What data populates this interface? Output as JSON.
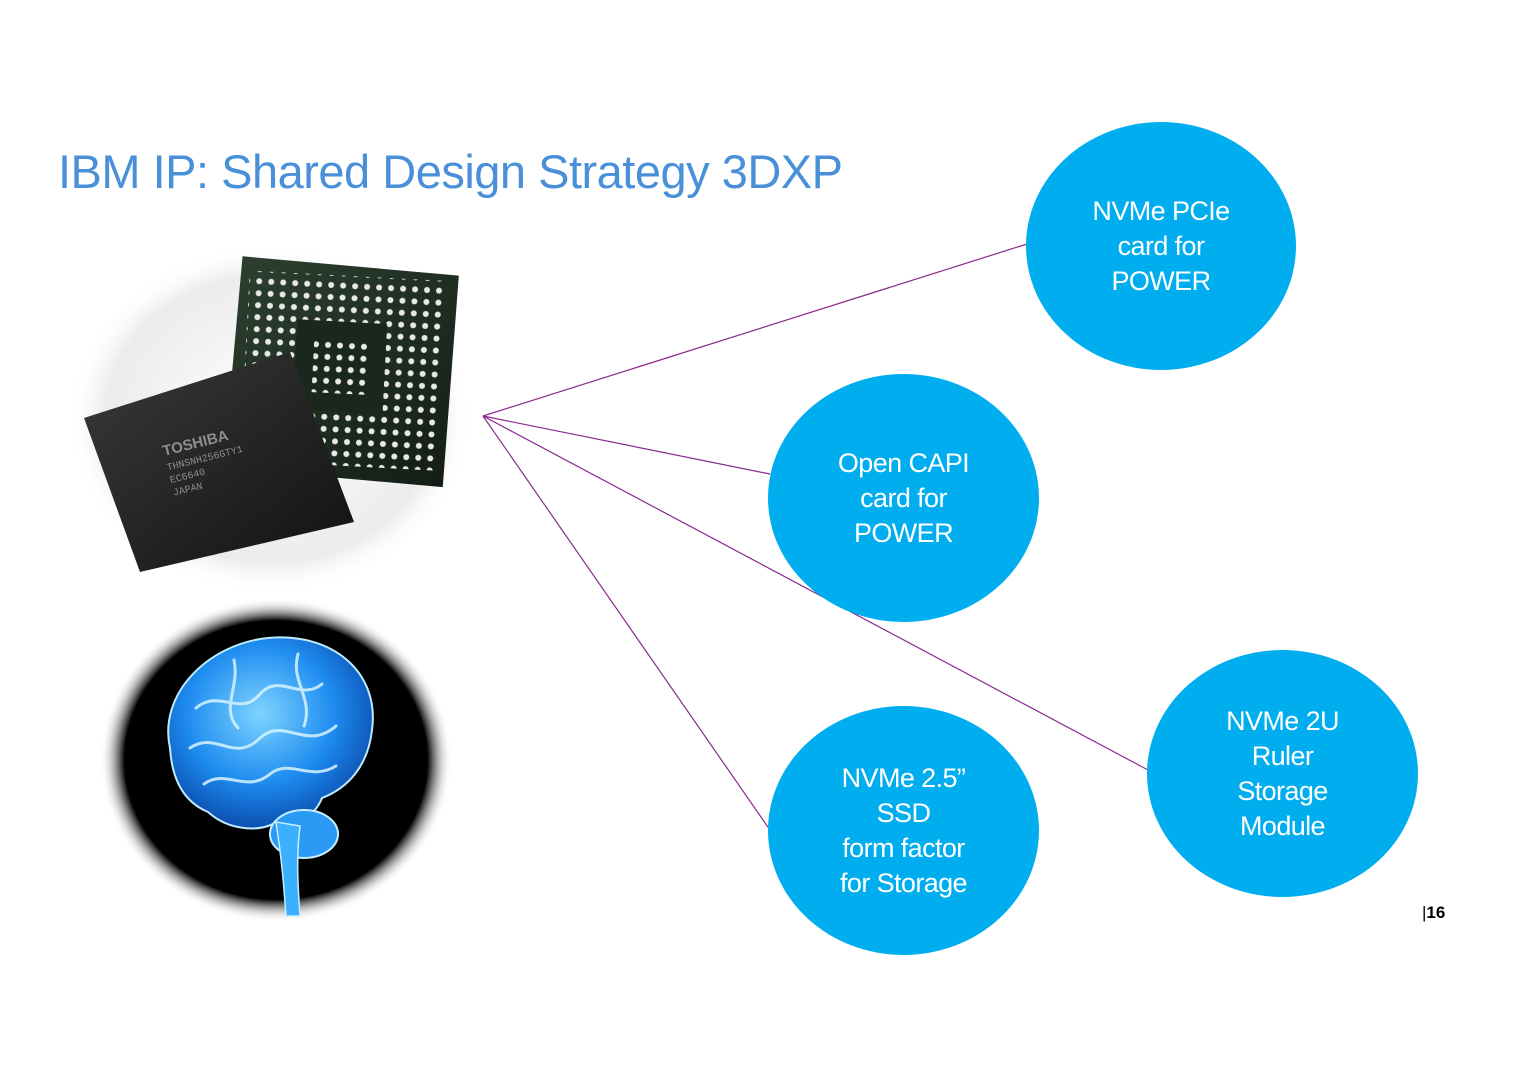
{
  "slide": {
    "title": "IBM IP: Shared Design Strategy 3DXP",
    "title_color": "#4a90d9",
    "page_separator": "|",
    "page_number": "16"
  },
  "chip_image": {
    "marking_brand": "TOSHIBA",
    "marking_lines": [
      "THNSNH256GTY1",
      "EC6640",
      "JAPAN"
    ]
  },
  "bubbles": [
    {
      "label": "NVMe PCIe\ncard for\nPOWER"
    },
    {
      "label": "Open CAPI\ncard for\nPOWER"
    },
    {
      "label": "NVMe 2.5”\nSSD\n form factor\nfor Storage"
    },
    {
      "label": "NVMe 2U\nRuler\nStorage\nModule"
    }
  ],
  "colors": {
    "bubble_fill": "#00aeef",
    "bubble_text": "#ffffff",
    "connector_line": "#8b2a8e",
    "brain_glow": "#2aa6ff"
  }
}
